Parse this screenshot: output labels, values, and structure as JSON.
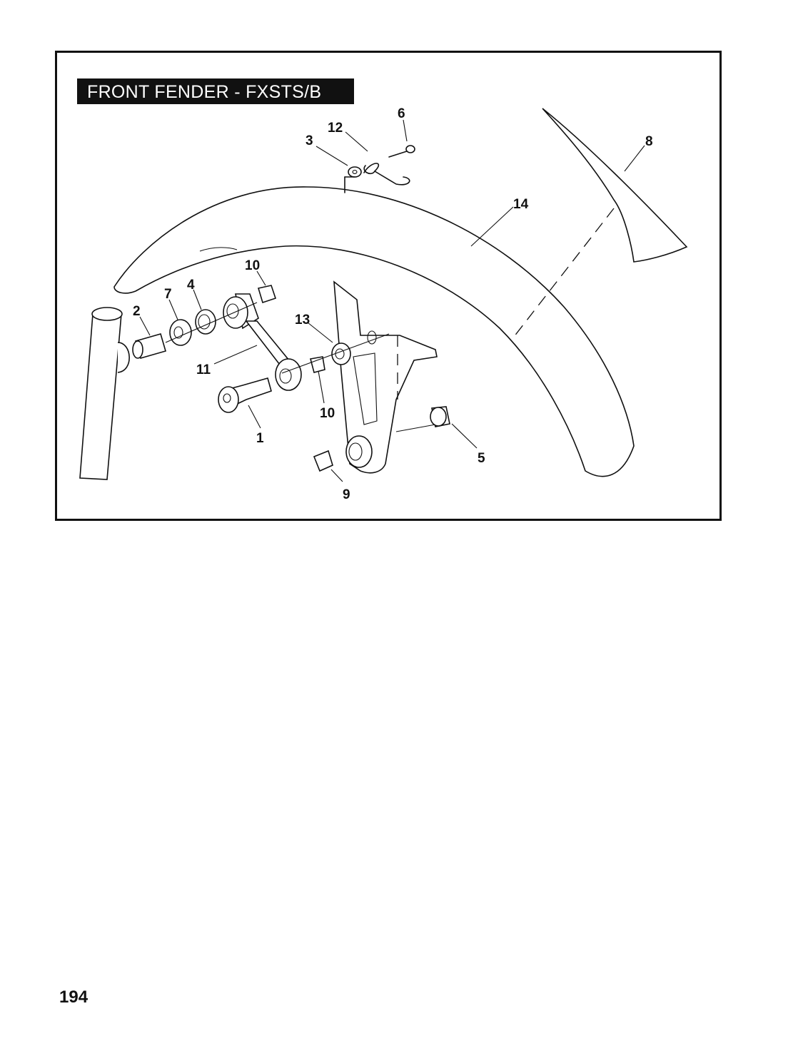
{
  "diagram": {
    "title": "FRONT FENDER - FXSTS/B",
    "callouts": {
      "c1": "1",
      "c2": "2",
      "c3": "3",
      "c4": "4",
      "c5": "5",
      "c6": "6",
      "c7": "7",
      "c8": "8",
      "c9": "9",
      "c10a": "10",
      "c10b": "10",
      "c11": "11",
      "c12": "12",
      "c13": "13",
      "c14": "14"
    }
  },
  "page": {
    "number": "194"
  }
}
